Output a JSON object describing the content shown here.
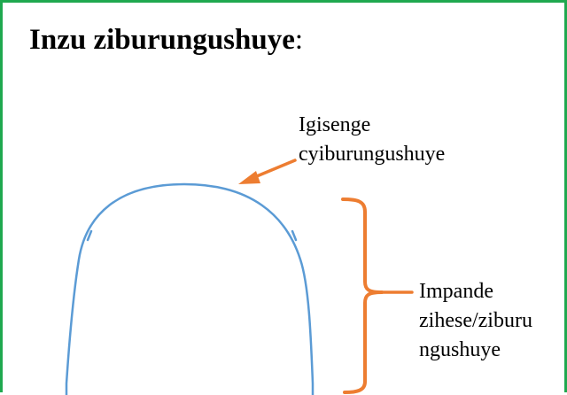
{
  "title": {
    "text": "Inzu ziburungushuye",
    "suffix": ":"
  },
  "labels": {
    "roof": {
      "line1": "Igisenge",
      "line2": "cyiburungushuye"
    },
    "walls": {
      "line1": "Impande",
      "line2": "zihese/ziburu",
      "line3": "ngushuye"
    }
  },
  "colors": {
    "frame": "#1fa84f",
    "house_outline": "#5b9bd5",
    "annotation": "#ed7d31",
    "text": "#000000"
  }
}
